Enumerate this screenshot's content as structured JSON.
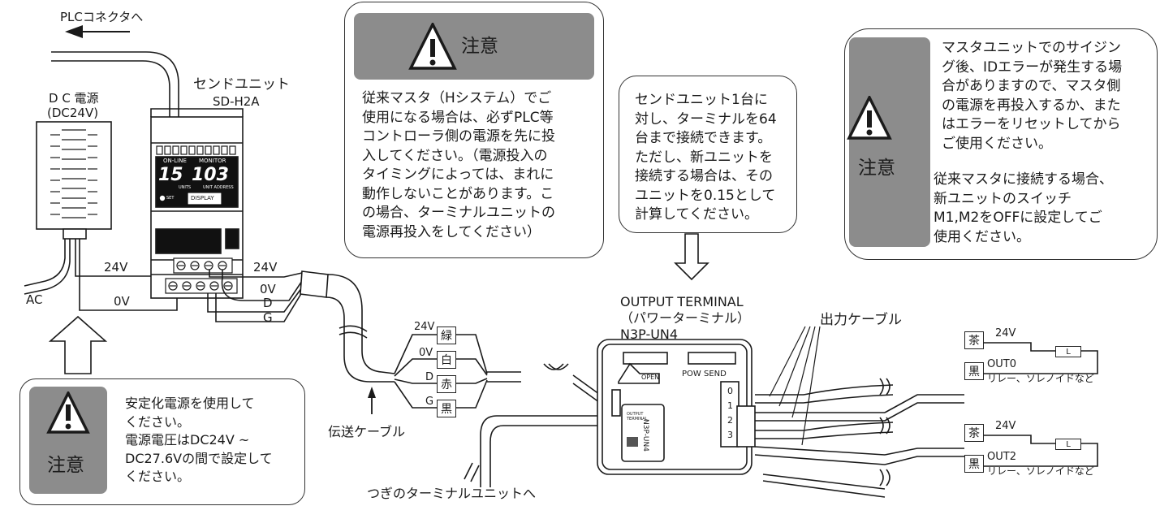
{
  "labels": {
    "plc_connector": "PLCコネクタへ",
    "dc_power": "D C 電源",
    "dc_power_voltage": "(DC24V)",
    "send_unit": "センドユニット",
    "send_unit_model": "SD-H2A",
    "ac": "AC",
    "v24_left": "24V",
    "v0_left": "0V",
    "v24_right": "24V",
    "v0_right": "0V",
    "line_d": "D",
    "line_g": "G",
    "transmission_cable": "伝送ケーブル",
    "next_terminal": "つぎのターミナルユニットへ",
    "output_terminal_1": "OUTPUT TERMINAL",
    "output_terminal_2": "（パワーターミナル）",
    "output_terminal_model": "N3P-UN4",
    "output_cable": "出力ケーブル",
    "open_label": "OPEN",
    "pow_send": "POW SEND",
    "relay_solenoid_1": "リレー、ソレノイドなど",
    "relay_solenoid_2": "リレー、ソレノイドなど",
    "out0": "OUT0",
    "out2": "OUT2",
    "out_24v_1": "24V",
    "out_24v_2": "24V",
    "load_l_1": "L",
    "load_l_2": "L"
  },
  "send_unit_panel": {
    "online": "ON-LINE",
    "monitor": "MONITOR",
    "display_units": "15",
    "display_address": "103",
    "units": "UNITS",
    "unit_address": "UNIT ADDRESS",
    "set": "SET",
    "display_button": "DISPLAY"
  },
  "terminal_device": {
    "channels": [
      "0",
      "1",
      "2",
      "3"
    ],
    "label_line1": "OUTPUT",
    "label_line2": "TERMINAL",
    "model_vertical": "N3P-UN4"
  },
  "wires": [
    {
      "voltage": "24V",
      "color": "緑"
    },
    {
      "voltage": "0V",
      "color": "白"
    },
    {
      "voltage": "D",
      "color": "赤"
    },
    {
      "voltage": "G",
      "color": "黒"
    }
  ],
  "out_wire_colors": {
    "brown_1": "茶",
    "black_1": "黒",
    "brown_2": "茶",
    "black_2": "黒"
  },
  "notes": {
    "caution_word": "注意",
    "caution_word_power": "注意",
    "caution_word_master": "注意",
    "caution_master": "従来マスタ（Hシステム）でご\n使用になる場合は、必ずPLC等\nコントローラ側の電源を先に投\n入してください。（電源投入の\nタイミングによっては、まれに\n動作しないことがあります。こ\nの場合、ターミナルユニットの\n電源再投入をしてください）",
    "connection_info": "センドユニット1台に\n対し、ターミナルを64\n台まで接続できます。\nただし、新ユニットを\n接続する場合は、その\nユニットを0.15として\n計算してください。",
    "master_sizing": "マスタユニットでのサイジン\nグ後、IDエラーが発生する場\n合がありますので、マスタ側\nの電源を再投入するか、また\nはエラーをリセットしてから\nご使用ください。",
    "master_switch": "従来マスタに接続する場合、\n新ユニットのスイッチ\nM1,M2をOFFに設定してご\n使用ください。",
    "power_supply": "安定化電源を使用して\nください。\n電源電圧はDC24V ~\nDC27.6Vの間で設定して\nください。"
  }
}
